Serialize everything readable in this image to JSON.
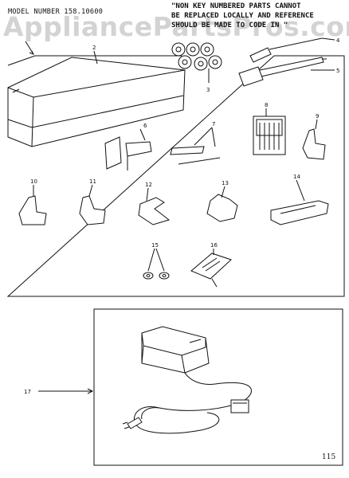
{
  "header": {
    "model_number": "MODEL NUMBER 158.10600",
    "note": "\"NON KEY NUMBERED PARTS CANNOT\nBE REPLACED LOCALLY AND REFERENCE\nSHOULD BE MADE TO CODE IN \"",
    "watermark": "AppliancePartsPros.com"
  },
  "callouts": [
    "2",
    "3",
    "4",
    "5",
    "6",
    "7",
    "8",
    "9",
    "10",
    "11",
    "12",
    "13",
    "14",
    "15",
    "16",
    "17"
  ],
  "page_number": "115"
}
